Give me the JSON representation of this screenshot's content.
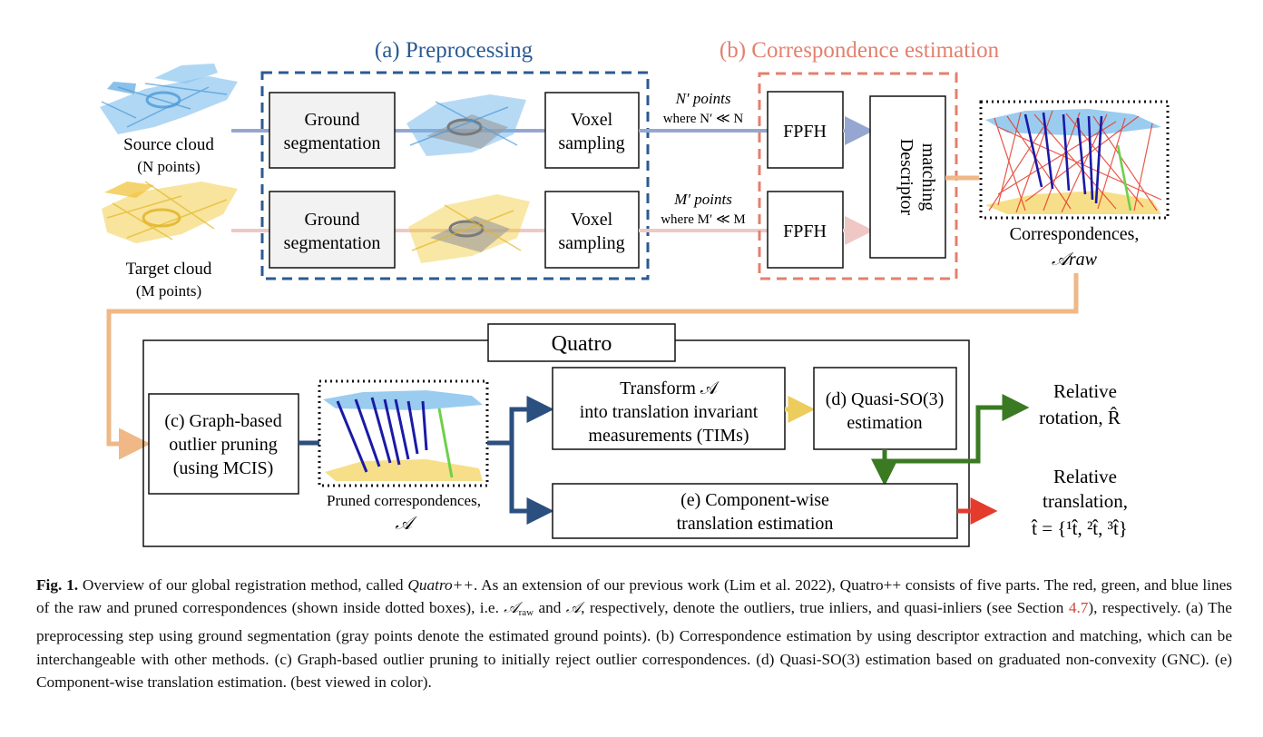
{
  "colors": {
    "preprocessing": "#2b5a92",
    "correspondence": "#e3806f",
    "source_line": "#95a7d0",
    "target_line": "#efc7c4",
    "raw_line": "#efb886",
    "dark_blue": "#2b4f7f",
    "yellow": "#eccc5b",
    "green": "#3a7a22",
    "red": "#e43b2c",
    "source_cloud": "#6fb6ea",
    "target_cloud": "#f2c93a"
  },
  "sections": {
    "preprocessing": "(a) Preprocessing",
    "correspondence": "(b) Correspondence estimation",
    "quatro": "Quatro"
  },
  "inputs": {
    "source_label": "Source cloud",
    "source_count": "(N points)",
    "target_label": "Target cloud",
    "target_count": "(M points)"
  },
  "blocks": {
    "ground_seg_line1": "Ground",
    "ground_seg_line2": "segmentation",
    "voxel_line1": "Voxel",
    "voxel_line2": "sampling",
    "fpfh": "FPFH",
    "descriptor_line1": "Descriptor",
    "descriptor_line2": "matching",
    "graph_line1": "(c) Graph-based",
    "graph_line2": "outlier pruning",
    "graph_line3": "(using MCIS)",
    "transform_line1": "Transform 𝒜",
    "transform_line2": "into translation invariant",
    "transform_line3": "measurements (TIMs)",
    "quasi_line1": "(d) Quasi-SO(3)",
    "quasi_line2": "estimation",
    "component_line1": "(e) Component-wise",
    "component_line2": "translation estimation"
  },
  "edge_labels": {
    "source_points": "N′ points",
    "source_cond": "where N′ ≪ N",
    "target_points": "M′ points",
    "target_cond": "where M′ ≪ M"
  },
  "outputs": {
    "correspondences": "Correspondences,",
    "a_raw": "𝒜raw",
    "pruned": "Pruned correspondences,",
    "a_pruned": "𝒜",
    "rotation_line1": "Relative",
    "rotation_line2": "rotation, R̂",
    "translation_line1": "Relative",
    "translation_line2": "translation,",
    "translation_line3": "t̂ = {¹t̂, ²t̂, ³t̂}"
  },
  "caption": {
    "label": "Fig. 1.",
    "text_1": "Overview of our global registration method, called",
    "method": "Quatro++",
    "text_2": ". As an extension of our previous work (Lim et al. 2022), Quatro++ consists of five parts. The red, green, and blue lines of the raw and pruned correspondences (shown inside dotted boxes), i.e.",
    "a_raw": "𝒜",
    "a_raw_sub": "raw",
    "text_3": "and",
    "a": "𝒜",
    "text_4": ", respectively, denote the outliers, true inliers, and quasi-inliers (see Section",
    "section_ref": "4.7",
    "text_5": "), respectively. (a) The preprocessing step using ground segmentation (gray points denote the estimated ground points). (b) Correspondence estimation by using descriptor extraction and matching, which can be interchangeable with other methods. (c) Graph-based outlier pruning to initially reject outlier correspondences. (d) Quasi-SO(3) estimation based on graduated non-convexity (GNC). (e) Component-wise translation estimation. (best viewed in color)."
  }
}
